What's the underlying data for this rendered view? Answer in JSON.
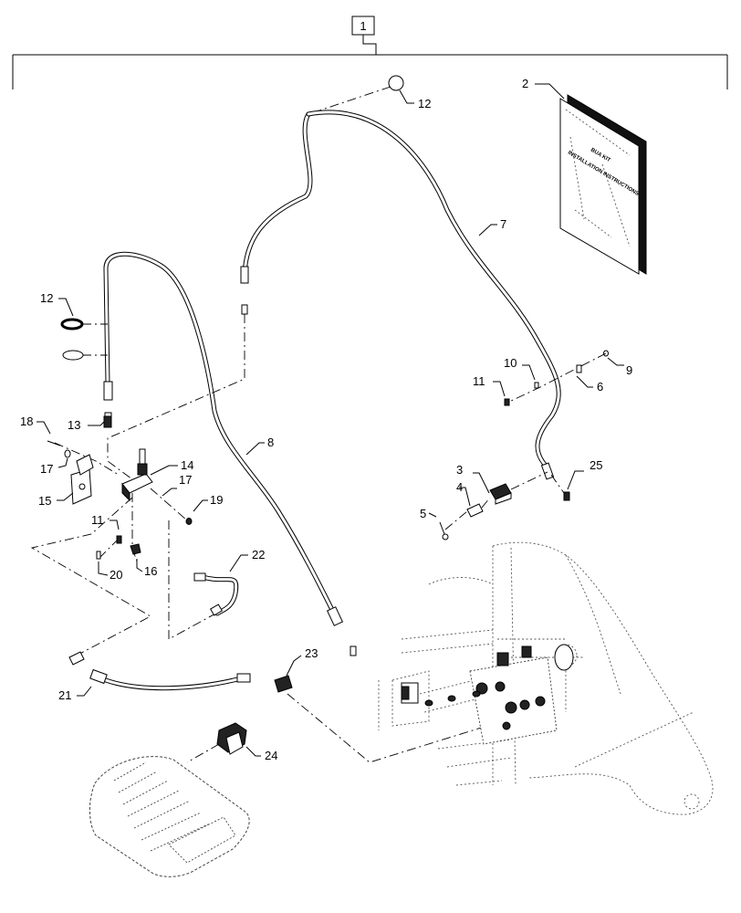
{
  "diagram": {
    "kit_callout": "1",
    "callouts": {
      "c2": "2",
      "c3": "3",
      "c4": "4",
      "c5": "5",
      "c6": "6",
      "c7": "7",
      "c8": "8",
      "c9": "9",
      "c10": "10",
      "c11a": "11",
      "c11b": "11",
      "c12a": "12",
      "c12b": "12",
      "c13": "13",
      "c14": "14",
      "c15": "15",
      "c16": "16",
      "c17a": "17",
      "c17b": "17",
      "c18": "18",
      "c19": "19",
      "c20": "20",
      "c21": "21",
      "c22": "22",
      "c23": "23",
      "c24": "24",
      "c25": "25"
    },
    "manual": {
      "line1": "BUA KIT",
      "line2": "INSTALLATION INSTRUCTIONS"
    }
  }
}
